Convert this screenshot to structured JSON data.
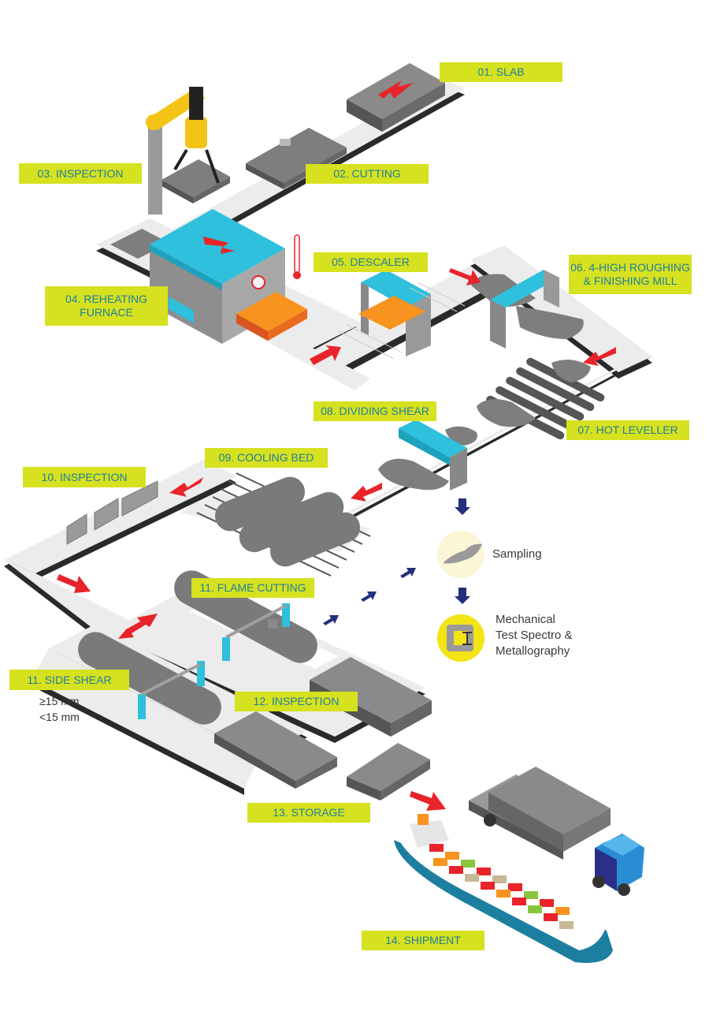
{
  "steps": {
    "s01": "01. SLAB",
    "s02": "02. CUTTING",
    "s03": "03. INSPECTION",
    "s04": "04. REHEATING\nFURNACE",
    "s05": "05. DESCALER",
    "s06": "06. 4-HIGH ROUGHING\n& FINISHING MILL",
    "s07": "07. HOT LEVELLER",
    "s08": "08. DIVIDING SHEAR",
    "s09": "09. COOLING BED",
    "s10": "10. INSPECTION",
    "s11a": "11. FLAME CUTTING",
    "s11b": "11. SIDE SHEAR",
    "s12": "12. INSPECTION",
    "s13": "13. STORAGE",
    "s14": "14. SHIPMENT"
  },
  "thickness": {
    "thick": "≥15 mm",
    "thin": "<15 mm"
  },
  "sampling": {
    "label": "Sampling"
  },
  "testing": {
    "label": "Mechanical\nTest Spectro &\nMetallography"
  },
  "colors": {
    "label_bg": "#d6e11f",
    "label_text": "#1f7f9c",
    "arrow_red": "#e8242a",
    "arrow_blue": "#24307d",
    "belt": "#ececec",
    "belt_edge": "#2a2a2a",
    "slab": "#7b7b7b",
    "machine_teal": "#2ec0dc",
    "hot_orange": "#f7931e"
  }
}
